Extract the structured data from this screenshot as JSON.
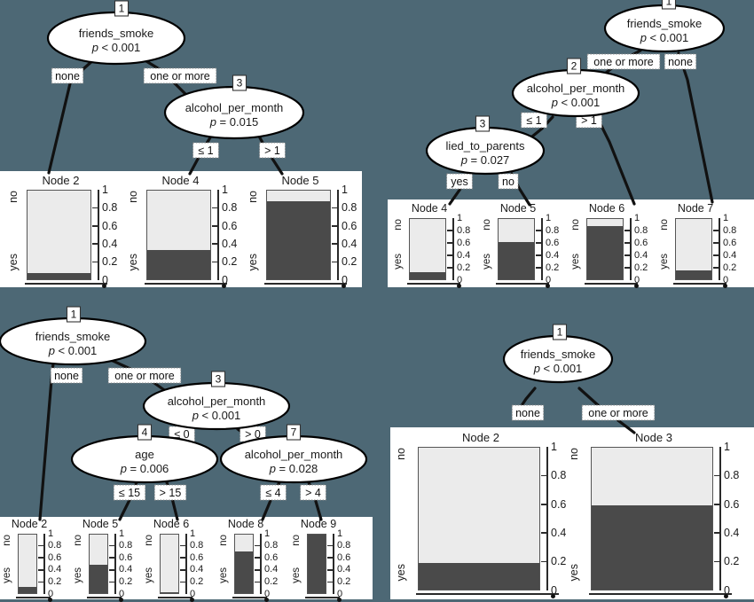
{
  "background_color": "#4d6875",
  "panel_color": "#ffffff",
  "bar_colors": {
    "no": "#ebebeb",
    "yes": "#4a4a4a"
  },
  "axis": {
    "ticks": [
      "1",
      "0.8",
      "0.6",
      "0.4",
      "0.2",
      "0"
    ],
    "values": [
      1,
      0.8,
      0.6,
      0.4,
      0.2,
      0
    ],
    "category_top": "no",
    "category_bottom": "yes",
    "ylim": [
      0,
      1
    ]
  },
  "chart_data": [
    {
      "id": "tree-top-left",
      "type": "bar",
      "title": "",
      "inner_nodes": [
        {
          "badge": "1",
          "label": "friends_smoke",
          "p": "p < 0.001"
        },
        {
          "badge": "3",
          "label": "alcohol_per_month",
          "p": "p = 0.015"
        }
      ],
      "edge_labels": [
        "none",
        "one or more",
        "≤ 1",
        "> 1"
      ],
      "categories": [
        "Node 2",
        "Node 4",
        "Node 5"
      ],
      "series": [
        {
          "name": "no",
          "values": [
            0.93,
            0.67,
            0.12
          ]
        },
        {
          "name": "yes",
          "values": [
            0.07,
            0.33,
            0.88
          ]
        }
      ],
      "ylabel": "",
      "xlabel": ""
    },
    {
      "id": "tree-top-right",
      "type": "bar",
      "title": "",
      "inner_nodes": [
        {
          "badge": "1",
          "label": "friends_smoke",
          "p": "p < 0.001"
        },
        {
          "badge": "2",
          "label": "alcohol_per_month",
          "p": "p < 0.001"
        },
        {
          "badge": "3",
          "label": "lied_to_parents",
          "p": "p = 0.027"
        }
      ],
      "edge_labels": [
        "one or more",
        "none",
        "≤ 1",
        "> 1",
        "yes",
        "no"
      ],
      "categories": [
        "Node 4",
        "Node 5",
        "Node 6",
        "Node 7"
      ],
      "series": [
        {
          "name": "no",
          "values": [
            0.88,
            0.38,
            0.12,
            0.86
          ]
        },
        {
          "name": "yes",
          "values": [
            0.12,
            0.62,
            0.88,
            0.14
          ]
        }
      ],
      "ylabel": "",
      "xlabel": ""
    },
    {
      "id": "tree-bottom-left",
      "type": "bar",
      "title": "",
      "inner_nodes": [
        {
          "badge": "1",
          "label": "friends_smoke",
          "p": "p < 0.001"
        },
        {
          "badge": "3",
          "label": "alcohol_per_month",
          "p": "p < 0.001"
        },
        {
          "badge": "4",
          "label": "age",
          "p": "p = 0.006"
        },
        {
          "badge": "7",
          "label": "alcohol_per_month",
          "p": "p = 0.028"
        }
      ],
      "edge_labels": [
        "none",
        "one or more",
        "≤ 0",
        "> 0",
        "≤ 15",
        "> 15",
        "≤ 4",
        "> 4"
      ],
      "categories": [
        "Node 2",
        "Node 5",
        "Node 6",
        "Node 8",
        "Node 9"
      ],
      "series": [
        {
          "name": "no",
          "values": [
            0.9,
            0.52,
            0.98,
            0.29,
            0.0
          ]
        },
        {
          "name": "yes",
          "values": [
            0.1,
            0.48,
            0.02,
            0.71,
            1.0
          ]
        }
      ],
      "ylabel": "",
      "xlabel": ""
    },
    {
      "id": "tree-bottom-right",
      "type": "bar",
      "title": "",
      "inner_nodes": [
        {
          "badge": "1",
          "label": "friends_smoke",
          "p": "p < 0.001"
        }
      ],
      "edge_labels": [
        "none",
        "one or more"
      ],
      "categories": [
        "Node 2",
        "Node 3"
      ],
      "series": [
        {
          "name": "no",
          "values": [
            0.81,
            0.405
          ]
        },
        {
          "name": "yes",
          "values": [
            0.19,
            0.595
          ]
        }
      ],
      "ylabel": "",
      "xlabel": ""
    }
  ]
}
